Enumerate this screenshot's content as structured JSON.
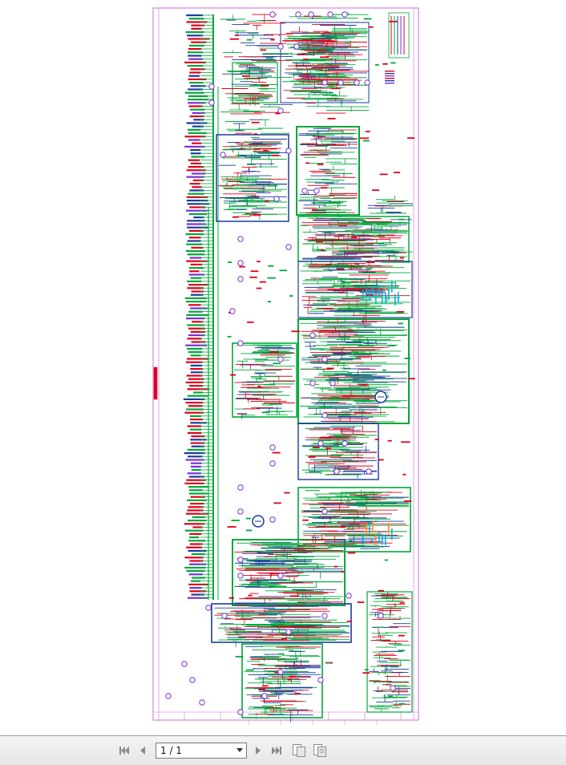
{
  "viewer": {
    "page_indicator": "1 / 1",
    "current_page": 1,
    "total_pages": 1,
    "icons": [
      "first-page-icon",
      "previous-page-icon",
      "next-page-icon",
      "last-page-icon",
      "single-page-view-icon",
      "two-page-view-icon"
    ]
  },
  "document": {
    "type": "electrical wiring schematic",
    "colors": {
      "wire_green": "#00a83a",
      "wire_red": "#e0001b",
      "wire_blue": "#1a3c9a",
      "connector_purple": "#7b2fd6",
      "border_magenta": "#d46bd4",
      "cyan_labels": "#00b4e6",
      "orange_labels": "#ff8a1a"
    }
  }
}
